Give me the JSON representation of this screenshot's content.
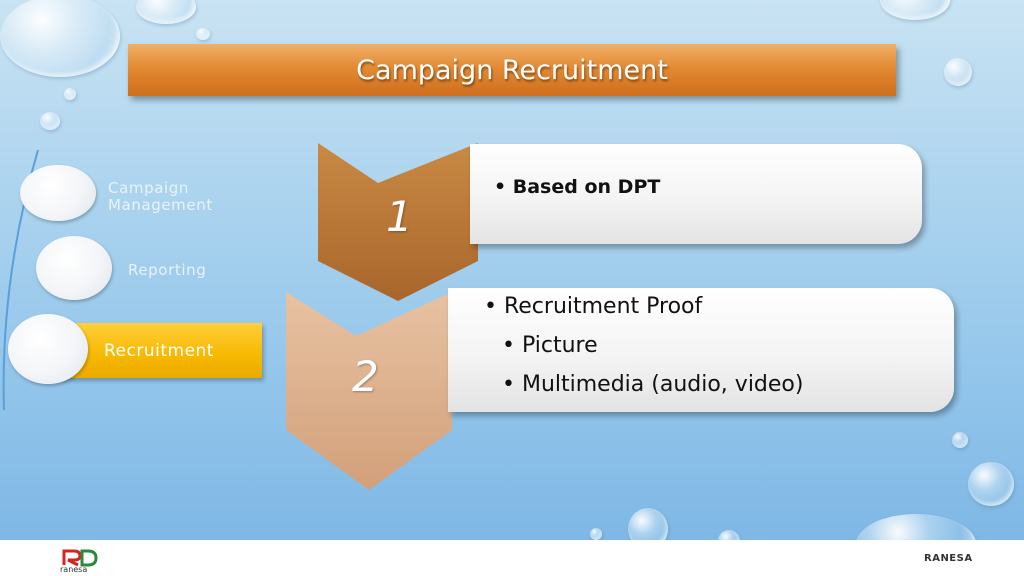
{
  "title": "Campaign Recruitment",
  "nav": {
    "items": [
      {
        "label_line1": "Campaign",
        "label_line2": "Management"
      },
      {
        "label": "Reporting"
      },
      {
        "label": "Recruitment",
        "active": true
      }
    ]
  },
  "steps": [
    {
      "number": "1",
      "bullets": [
        "• Based on DPT"
      ]
    },
    {
      "number": "2",
      "bullets": [
        "• Recruitment Proof",
        "• Picture",
        "• Multimedia (audio, video)"
      ]
    }
  ],
  "footer": {
    "logo_text": "ranesa",
    "brand": "RANESA"
  },
  "colors": {
    "title_orange": "#e48a33",
    "chevron1": "#b8732e",
    "chevron2": "#dcb08e",
    "active_nav": "#f7b800"
  },
  "icons": {
    "logo": "rd-logo-icon"
  }
}
